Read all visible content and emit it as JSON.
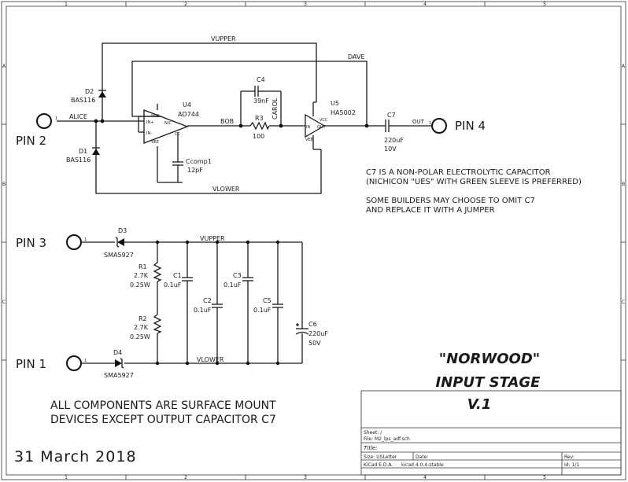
{
  "frame": {
    "col_marks": [
      "1",
      "2",
      "3",
      "4",
      "5"
    ],
    "row_marks": [
      "A",
      "B",
      "C"
    ]
  },
  "pins": {
    "pin1": "PIN 1",
    "pin2": "PIN 2",
    "pin3": "PIN 3",
    "pin4": "PIN 4",
    "pin_num": "1"
  },
  "nets": {
    "vupper": "VUPPER",
    "vlower": "VLOWER",
    "dave": "DAVE",
    "alice": "ALICE",
    "bob": "BOB",
    "carol": "CAROL",
    "out": "OUT"
  },
  "components": {
    "d1": {
      "ref": "D1",
      "value": "BAS116"
    },
    "d2": {
      "ref": "D2",
      "value": "BAS116"
    },
    "d3": {
      "ref": "D3",
      "value": "SMA5927"
    },
    "d4": {
      "ref": "D4",
      "value": "SMA5927"
    },
    "u4": {
      "ref": "U4",
      "value": "AD744"
    },
    "u5": {
      "ref": "U5",
      "value": "HA5002"
    },
    "c4": {
      "ref": "C4",
      "value": "39nF"
    },
    "r3": {
      "ref": "R3",
      "value": "100"
    },
    "c7": {
      "ref": "C7",
      "value": "220uF",
      "value2": "10V"
    },
    "ccomp": {
      "ref": "Ccomp1",
      "value": "12pF"
    },
    "r1": {
      "ref": "R1",
      "value": "2.7K",
      "value2": "0.25W"
    },
    "r2": {
      "ref": "R2",
      "value": "2.7K",
      "value2": "0.25W"
    },
    "c1": {
      "ref": "C1",
      "value": "0.1uF"
    },
    "c2": {
      "ref": "C2",
      "value": "0.1uF"
    },
    "c3": {
      "ref": "C3",
      "value": "0.1uF"
    },
    "c5": {
      "ref": "C5",
      "value": "0.1uF"
    },
    "c6": {
      "ref": "C6",
      "value": "220uF",
      "value2": "50V"
    }
  },
  "u4_pins": {
    "in_plus": "IN+",
    "in_minus": "IN-",
    "vcc": "VCC",
    "vee": "VEE",
    "cc": "CC",
    "nc": "N/C"
  },
  "u5_pins": {
    "in": "IN",
    "out": "OUT",
    "vcc": "VCC",
    "vee": "VEE"
  },
  "notes": {
    "c7_line1": "C7 IS A NON-POLAR ELECTROLYTIC CAPACITOR",
    "c7_line2": "(NICHICON \"UES\" WITH GREEN SLEEVE IS PREFERRED)",
    "omit_line1": "SOME BUILDERS MAY CHOOSE TO OMIT C7",
    "omit_line2": "AND REPLACE IT WITH A JUMPER",
    "smd_line1": "ALL COMPONENTS ARE SURFACE MOUNT",
    "smd_line2": "DEVICES EXCEPT OUTPUT CAPACITOR C7",
    "date": "31 March 2018"
  },
  "title_text": {
    "line1": "\"NORWOOD\"",
    "line2": "INPUT STAGE",
    "line3": "V.1"
  },
  "title_block": {
    "sheet": "Sheet: /",
    "file": "File: M2_lps_adf.sch",
    "title": "Title:",
    "size": "Size: USLetter",
    "date": "Date:",
    "rev": "Rev:",
    "kicad": "KiCad E.D.A.",
    "eeschema": "kicad 4.0.4-stable",
    "id": "Id: 1/1"
  }
}
